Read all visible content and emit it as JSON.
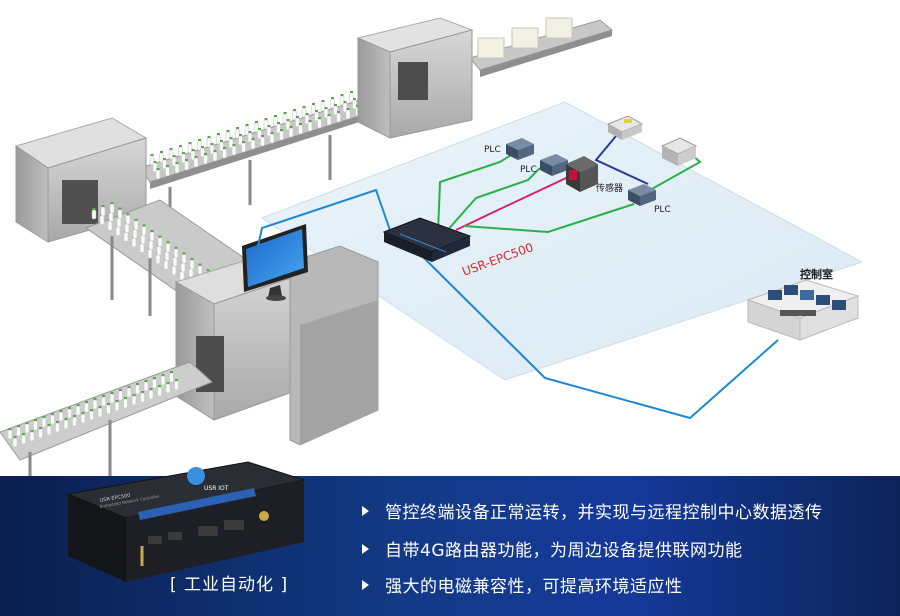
{
  "diagram": {
    "labels": {
      "plc_top": "PLC",
      "plc_mid": "PLC",
      "plc_right": "PLC",
      "sensor": "传感器",
      "gateway": "USR-EPC500",
      "control_room": "控制室"
    },
    "colors": {
      "network_blue": "#1e88d6",
      "link_green": "#28b04a",
      "link_magenta": "#d8246c",
      "link_navy": "#2a3a9a",
      "accent_red": "#e0262a"
    }
  },
  "device_photo": {
    "brand": "USR IOT",
    "model": "USR-EPC500",
    "subtitle": "Embedded Network Controller"
  },
  "banner": {
    "caption": "[ 工业自动化 ]",
    "bullets": [
      "管控终端设备正常运转，并实现与远程控制中心数据透传",
      "自带4G路由器功能，为周边设备提供联网功能",
      "强大的电磁兼容性，可提高环境适应性"
    ]
  }
}
